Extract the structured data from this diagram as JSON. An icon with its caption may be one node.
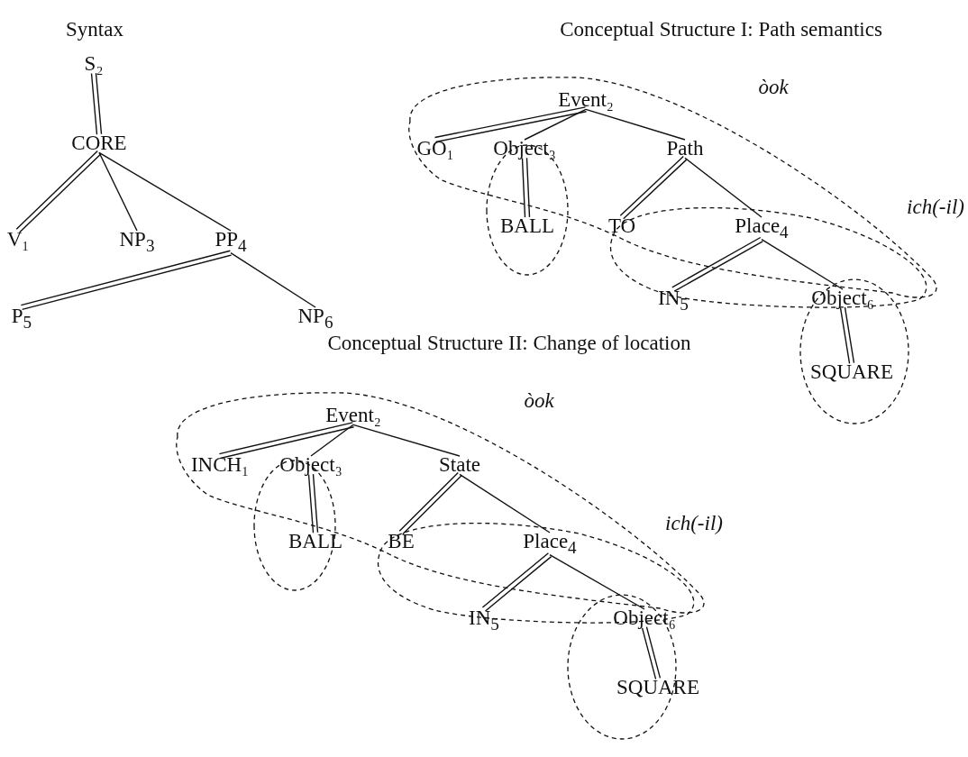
{
  "diagram": {
    "nodes": [
      {
        "text": [
          "S₂"
        ]
      },
      {
        "text": [
          "CORE"
        ]
      },
      {
        "text": [
          "V₁"
        ]
      },
      {
        "text": [
          "NP$_{3}$"
        ]
      },
      {
        "text": [
          "PP$_{4}$"
        ]
      },
      {
        "text": [
          "P$_{5}$"
        ]
      },
      {
        "text": [
          "NP$_{6}$"
        ]
      },
      {
        "text": [
          "Event₂"
        ]
      },
      {
        "text": [
          "GO₁"
        ]
      },
      {
        "text": [
          "Object₃"
        ]
      },
      {
        "text": [
          "Path"
        ]
      },
      {
        "text": [
          "BALL"
        ]
      },
      {
        "text": [
          "TO"
        ]
      },
      {
        "text": [
          "Place$_{4}$"
        ]
      },
      {
        "text": [
          "IN$_{5}$"
        ]
      },
      {
        "text": [
          "Object₆"
        ]
      },
      {
        "text": [
          "SQUARE"
        ]
      },
      {
        "text": [
          "Event₂"
        ]
      },
      {
        "text": [
          "INCH₁"
        ]
      },
      {
        "text": [
          "Object₃"
        ]
      },
      {
        "text": [
          "State"
        ]
      },
      {
        "text": [
          "BALL"
        ]
      },
      {
        "text": [
          "BE"
        ]
      },
      {
        "text": [
          "Place$_{4}$"
        ]
      },
      {
        "text": [
          "IN$_{5}$"
        ]
      },
      {
        "text": [
          "Object₆"
        ]
      },
      {
        "text": [
          "SQUARE"
        ]
      }
    ],
    "edges": [
      {
        "from": 0,
        "to": 1,
        "arrow": "none"
      },
      {
        "from": 1,
        "to": 2,
        "arrow": "none"
      },
      {
        "from": 1,
        "to": 3,
        "arrow": "none"
      },
      {
        "from": 1,
        "to": 4,
        "arrow": "none"
      },
      {
        "from": 4,
        "to": 5,
        "arrow": "none"
      },
      {
        "from": 4,
        "to": 6,
        "arrow": "none"
      },
      {
        "from": 7,
        "to": 8,
        "arrow": "none"
      },
      {
        "from": 7,
        "to": 9,
        "arrow": "none"
      },
      {
        "from": 7,
        "to": 10,
        "arrow": "none"
      },
      {
        "from": 9,
        "to": 11,
        "arrow": "none"
      },
      {
        "from": 10,
        "to": 12,
        "arrow": "none"
      },
      {
        "from": 10,
        "to": 13,
        "arrow": "none"
      },
      {
        "from": 13,
        "to": 14,
        "arrow": "none"
      },
      {
        "from": 13,
        "to": 15,
        "arrow": "none"
      },
      {
        "from": 15,
        "to": 16,
        "arrow": "none"
      },
      {
        "from": 17,
        "to": 18,
        "arrow": "none"
      },
      {
        "from": 17,
        "to": 19,
        "arrow": "none"
      },
      {
        "from": 17,
        "to": 20,
        "arrow": "none"
      },
      {
        "from": 19,
        "to": 21,
        "arrow": "none"
      },
      {
        "from": 20,
        "to": 22,
        "arrow": "none"
      },
      {
        "from": 20,
        "to": 23,
        "arrow": "none"
      },
      {
        "from": 23,
        "to": 24,
        "arrow": "none"
      },
      {
        "from": 23,
        "to": 25,
        "arrow": "none"
      },
      {
        "from": 25,
        "to": 26,
        "arrow": "none"
      }
    ],
    "labels": [
      "Syntax",
      "Conceptual Structure I: Path semantics",
      "òok",
      "ich(-il)",
      "Conceptual Structure II: Change of location",
      "òok",
      "ich(-il)"
    ]
  }
}
